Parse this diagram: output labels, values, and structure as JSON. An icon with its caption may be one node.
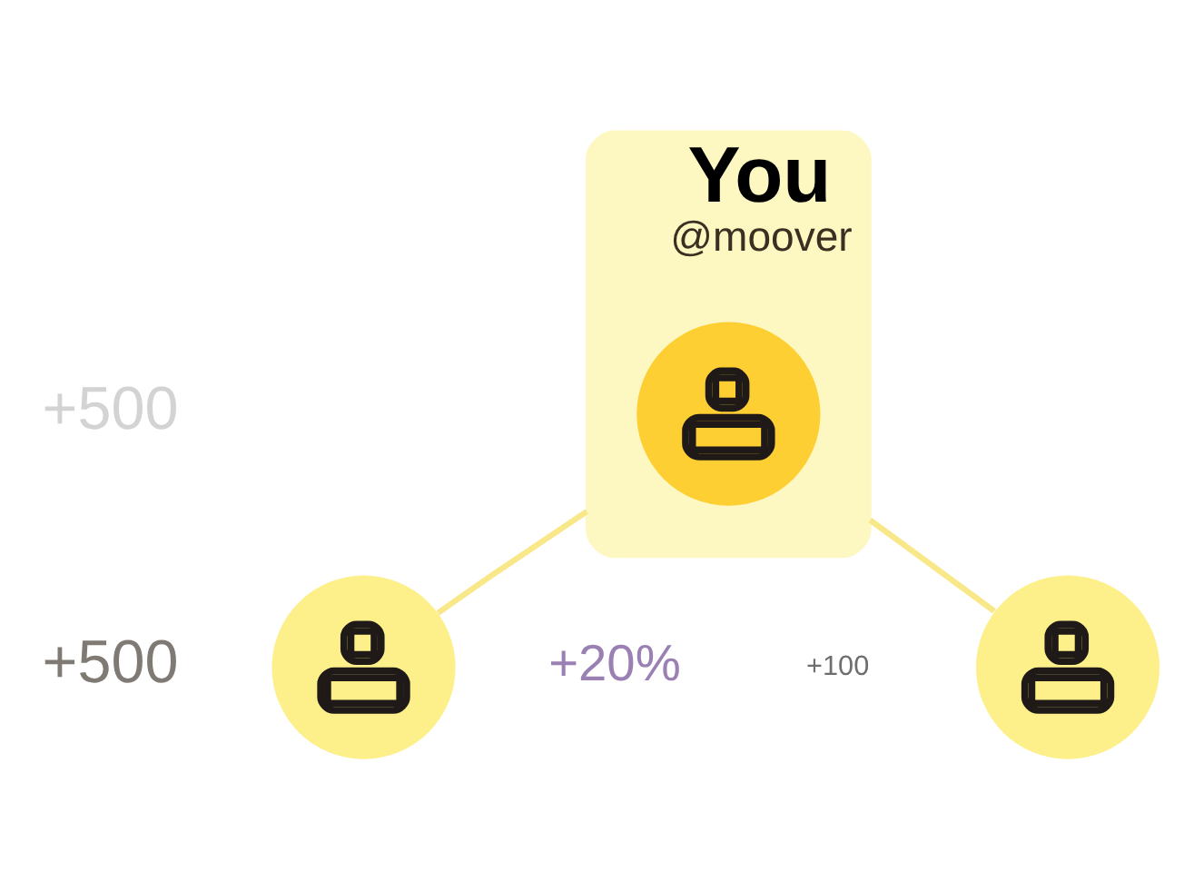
{
  "diagram": {
    "nodes": [
      {
        "text": [
          "You",
          "@moover"
        ]
      },
      {
        "text": [],
        "shape": "person",
        "in": 0
      },
      {
        "text": [],
        "shape": "person"
      },
      {
        "text": [],
        "shape": "person"
      }
    ],
    "edges": [
      {
        "from": 0,
        "to": 2,
        "arrow": "none"
      },
      {
        "from": 0,
        "to": 3,
        "arrow": "none"
      }
    ],
    "labels": [
      "+500",
      "+500",
      "+20%",
      "+100"
    ]
  }
}
